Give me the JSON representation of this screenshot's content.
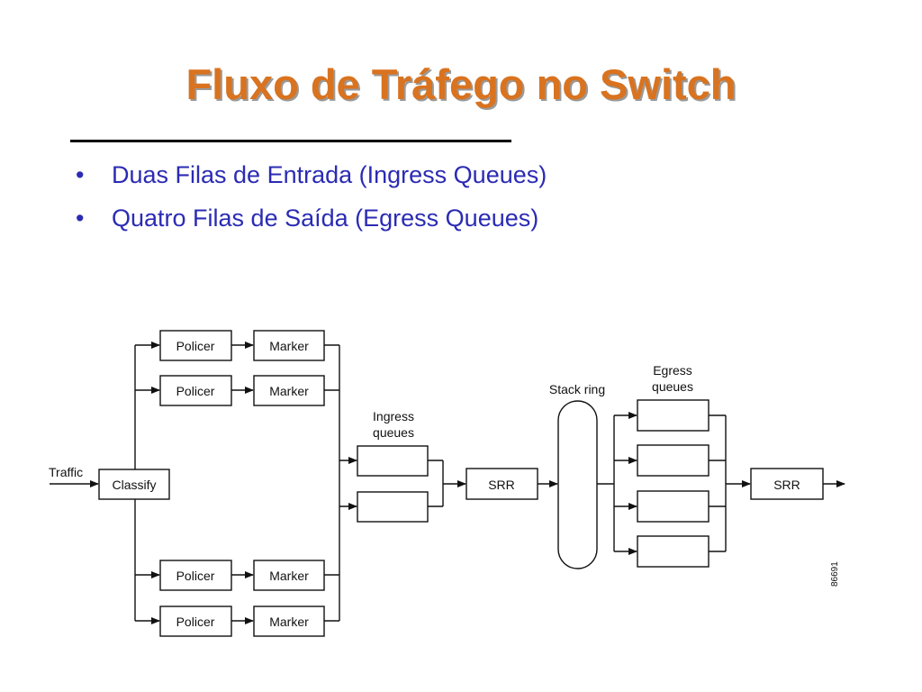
{
  "slide": {
    "title": "Fluxo de Tráfego no Switch",
    "bullets": [
      "Duas Filas de Entrada (Ingress Queues)",
      "Quatro Filas de Saída (Egress Queues)"
    ],
    "bullet_glyph": "•"
  },
  "diagram": {
    "traffic_label": "Traffic",
    "classify_label": "Classify",
    "policer_label": "Policer",
    "marker_label": "Marker",
    "ingress_label_line1": "Ingress",
    "ingress_label_line2": "queues",
    "srr_ingress_label": "SRR",
    "stack_ring_label": "Stack ring",
    "egress_label_line1": "Egress",
    "egress_label_line2": "queues",
    "srr_egress_label": "SRR",
    "figure_id": "86691"
  },
  "colors": {
    "title": "#d9731f",
    "bullet_text": "#2b2bb4",
    "diagram_lines": "#111111"
  }
}
